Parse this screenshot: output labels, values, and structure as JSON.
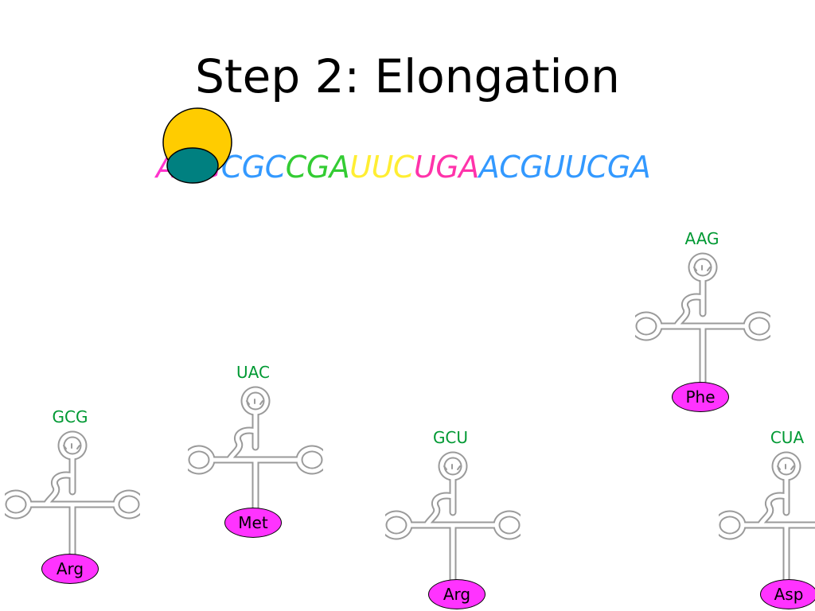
{
  "title": "Step 2: Elongation",
  "mrna": {
    "codons": [
      {
        "text": "AUG",
        "color": "#ff33cc"
      },
      {
        "text": "CGC",
        "color": "#3399ff"
      },
      {
        "text": "CGA",
        "color": "#33cc33"
      },
      {
        "text": "UUC",
        "color": "#ffee33"
      },
      {
        "text": "UGA",
        "color": "#ff33aa"
      },
      {
        "text": "ACGUUCGA",
        "color": "#3399ff"
      }
    ]
  },
  "ribosome": {
    "large_subunit_color": "#ffcc00",
    "small_subunit_color": "#008080"
  },
  "trnas": [
    {
      "anticodon": "GCG",
      "amino_acid": "Arg"
    },
    {
      "anticodon": "UAC",
      "amino_acid": "Met"
    },
    {
      "anticodon": "GCU",
      "amino_acid": "Arg"
    },
    {
      "anticodon": "AAG",
      "amino_acid": "Phe"
    },
    {
      "anticodon": "CUA",
      "amino_acid": "Asp"
    }
  ],
  "colors": {
    "anticodon": "#009933",
    "amino_acid_fill": "#ff33ff",
    "trna_stroke": "#9a9a9a"
  }
}
